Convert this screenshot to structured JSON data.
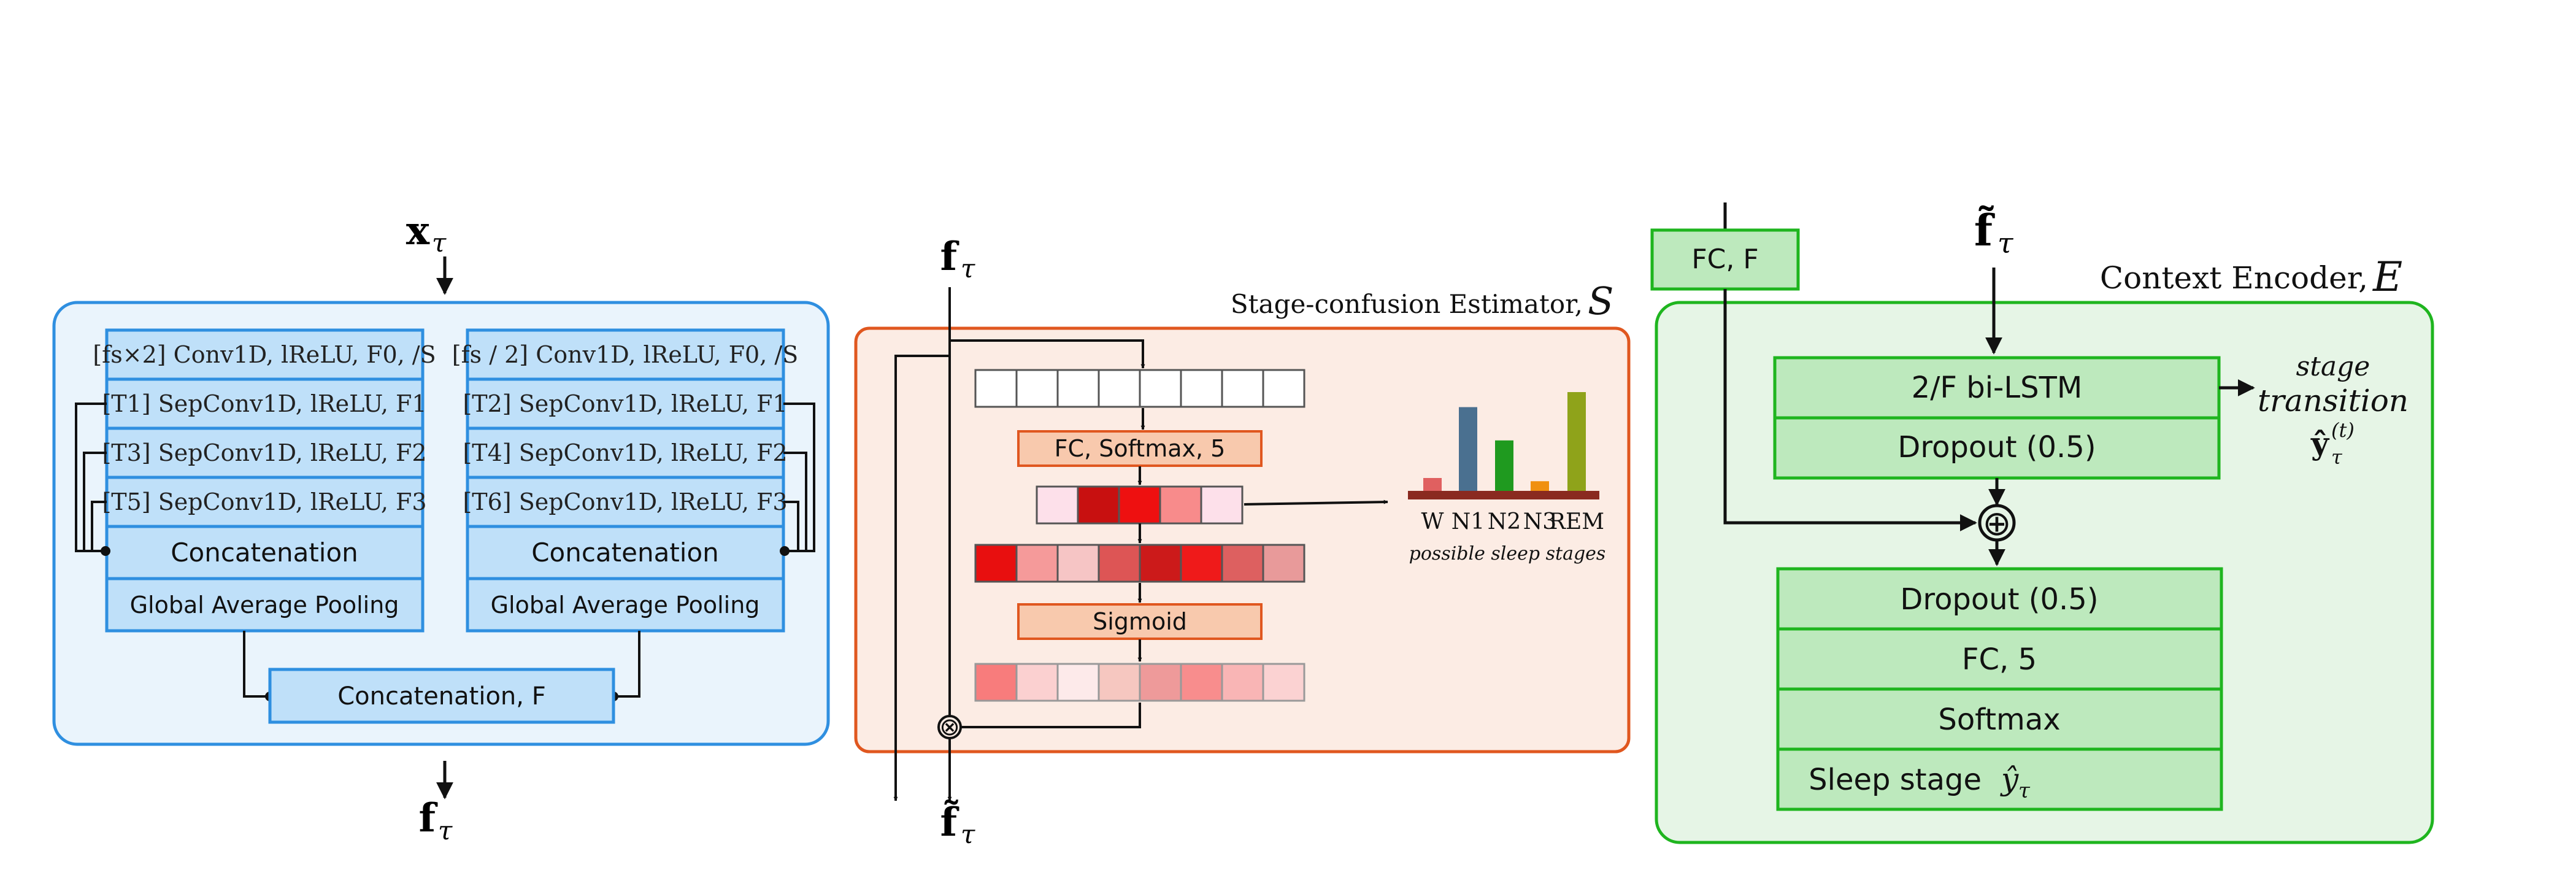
{
  "feature_extractor": {
    "input_symbol": "x",
    "input_subscript": "τ",
    "output_symbol": "f",
    "output_subscript": "τ",
    "left_branch": {
      "rows": [
        "[fs×2]  Conv1D, lReLU, F0, /S",
        "[T1]  SepConv1D, lReLU,  F1",
        "[T3]  SepConv1D, lReLU,  F2",
        "[T5]  SepConv1D, lReLU,  F3"
      ],
      "concat_label": "Concatenation",
      "pool_label": "Global Average Pooling"
    },
    "right_branch": {
      "rows": [
        "[fs / 2]  Conv1D, lReLU, F0, /S",
        "[T2]  SepConv1D, lReLU,  F1",
        "[T4]  SepConv1D, lReLU,  F2",
        "[T6]  SepConv1D, lReLU,  F3"
      ],
      "concat_label": "Concatenation",
      "pool_label": "Global Average Pooling"
    },
    "final_concat_label": "Concatenation, F"
  },
  "stage_confusion": {
    "title": "Stage-confusion Estimator,",
    "title_symbol": "S",
    "input_symbol": "f",
    "input_subscript": "τ",
    "output_symbol": "f̃",
    "output_subscript": "τ",
    "fc_softmax_label": "FC, Softmax, 5",
    "sigmoid_label": "Sigmoid",
    "multiply_symbol": "⊗",
    "vector_top_colors": [
      "#ffffff",
      "#ffffff",
      "#ffffff",
      "#ffffff",
      "#ffffff",
      "#ffffff",
      "#ffffff",
      "#ffffff"
    ],
    "vector_softmax_colors": [
      "#fde0ea",
      "#c81010",
      "#ee1010",
      "#f88b8b",
      "#fde0ea"
    ],
    "vector_mid_colors": [
      "#e80f0f",
      "#f59a9a",
      "#f6c5c5",
      "#dd5555",
      "#cc1a1a",
      "#ef1a1a",
      "#dd6060",
      "#e89a9a"
    ],
    "vector_bottom_colors": [
      "#f87c7c",
      "#fbd0d0",
      "#fdeaea",
      "#f6c7c0",
      "#ee9a9a",
      "#f88d8d",
      "#f9b5b5",
      "#fbd2d2"
    ],
    "sleep_stages": {
      "labels": [
        "W",
        "N1",
        "N2",
        "N3",
        "REM"
      ],
      "values": [
        0.12,
        0.78,
        0.47,
        0.09,
        0.92
      ],
      "colors": [
        "#e06060",
        "#4a7090",
        "#1f9a1f",
        "#f0900f",
        "#8fa31a"
      ],
      "caption": "possible sleep stages"
    }
  },
  "context_encoder": {
    "title": "Context Encoder,",
    "title_symbol": "E",
    "input_symbol": "f̃",
    "input_subscript": "τ",
    "fc_f_label": "FC, F",
    "lstm_label": "2/F bi-LSTM",
    "dropout_top_label": "Dropout (0.5)",
    "add_symbol": "⊕",
    "dropout_bottom_label": "Dropout (0.5)",
    "fc5_label": "FC, 5",
    "softmax_label": "Softmax",
    "sleep_stage_label": "Sleep stage",
    "sleep_stage_symbol": "ŷ",
    "sleep_stage_subscript": "τ",
    "transition_line1": "stage",
    "transition_line2": "transition",
    "transition_symbol": "ŷ",
    "transition_superscript": "(t)",
    "transition_subscript": "τ"
  },
  "colors": {
    "blue_stroke": "#2f8fe0",
    "blue_panel": "#eaf4fc",
    "blue_box": "#bfe0f9",
    "orange_stroke": "#e0571f",
    "orange_panel": "#fcece4",
    "orange_box": "#f8c9ad",
    "green_stroke": "#1fb51f",
    "green_panel": "#e6f5e6",
    "green_box": "#bde9bd"
  }
}
